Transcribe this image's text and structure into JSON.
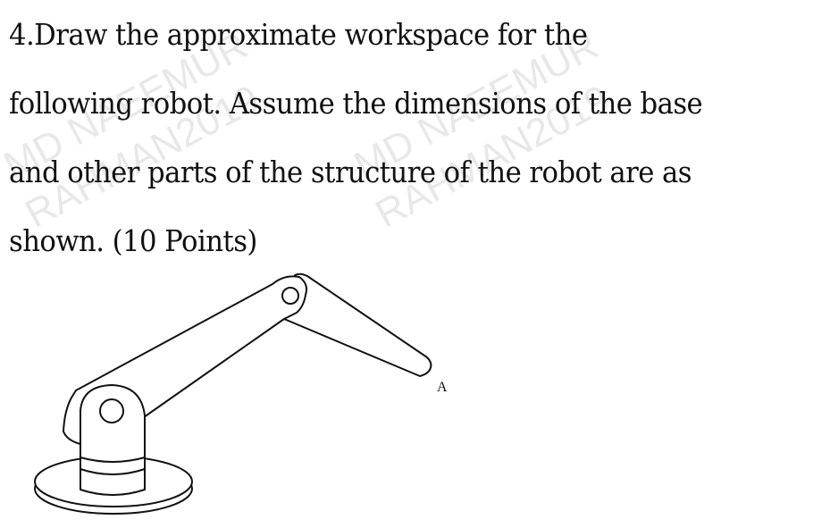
{
  "question": {
    "lines": [
      "4.Draw the approximate workspace for the",
      "following robot. Assume the dimensions of the base",
      "and other parts of the structure of the robot are as",
      "shown. (10 Points)"
    ]
  },
  "watermark": {
    "line1": "MD NAEEMUR",
    "line2": "RAHMAN2019"
  },
  "figure": {
    "point_label": "A",
    "description": "Robot arm with rotating base, shoulder joint, upper arm, elbow joint and forearm ending at point A"
  }
}
